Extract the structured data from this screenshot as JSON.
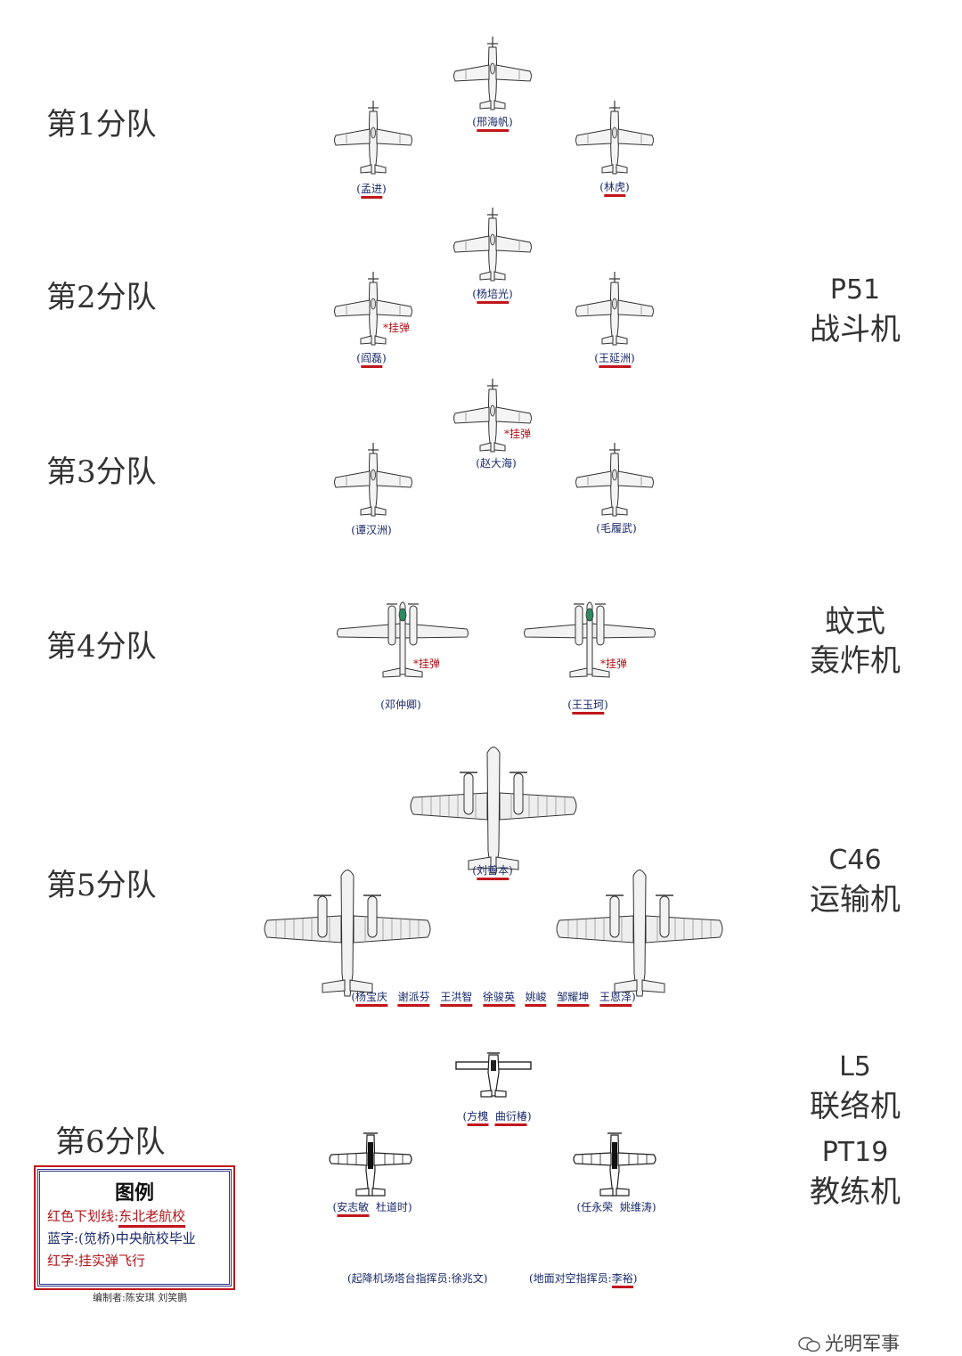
{
  "squads": [
    {
      "label": "第1分队"
    },
    {
      "label": "第2分队"
    },
    {
      "label": "第3分队"
    },
    {
      "label": "第4分队"
    },
    {
      "label": "第5分队"
    },
    {
      "label": "第6分队"
    }
  ],
  "aircraft_types": {
    "p51_code": "P51",
    "p51_kind": "战斗机",
    "mosquito_line1": "蚊式",
    "mosquito_line2": "轰炸机",
    "c46_code": "C46",
    "c46_kind": "运输机",
    "l5_code": "L5",
    "l5_kind": "联络机",
    "pt19_code": "PT19",
    "pt19_kind": "教练机"
  },
  "bomb_tag": "*挂弹",
  "pilots": {
    "s1_lead": "邢海帆",
    "s1_left": "孟进",
    "s1_right": "林虎",
    "s2_lead": "杨培光",
    "s2_left": "阎磊",
    "s2_right": "王延洲",
    "s3_lead": "赵大海",
    "s3_left": "谭汉洲",
    "s3_right": "毛履武",
    "s4_left": "邓仲卿",
    "s4_right": "王玉珂",
    "s5_lead": "刘善本",
    "s5_crew": [
      "杨宝庆",
      "谢派芬",
      "王洪智",
      "徐骏英",
      "姚峻",
      "邹耀坤",
      "王恩泽"
    ],
    "s6_l5_a": "方槐",
    "s6_l5_b": "曲衍椿",
    "s6_left_a": "安志敏",
    "s6_left_b": "杜道时",
    "s6_right_a": "任永荣",
    "s6_right_b": "姚维涛"
  },
  "controllers": {
    "tower": "(起降机场塔台指挥员:徐兆文)",
    "ground_prefix": "(地面对空指挥员:",
    "ground_name": "李裕",
    "ground_suffix": ")"
  },
  "legend": {
    "title": "图例",
    "row1_label": "红色下划线:",
    "row1_value": "东北老航校",
    "row2": "蓝字:(笕桥)中央航校毕业",
    "row3": "红字:挂实弹飞行"
  },
  "compiler": "编制者:陈安琪  刘笑鹏",
  "watermark": "光明军事",
  "colors": {
    "underline": "#c0171c",
    "blue_text": "#1a2a6b",
    "red_text": "#b0161b"
  }
}
